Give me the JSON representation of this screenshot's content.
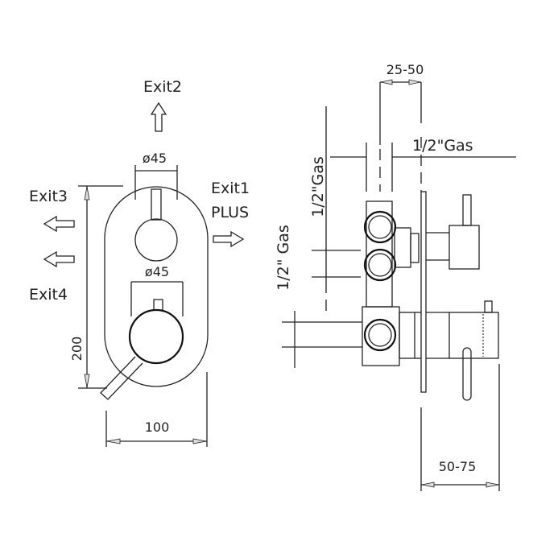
{
  "front_view": {
    "exits": {
      "exit1": "Exit1",
      "exit1_sub": "PLUS",
      "exit2": "Exit2",
      "exit3": "Exit3",
      "exit4": "Exit4"
    },
    "dims": {
      "upper_diameter": "ø45",
      "lower_diameter": "ø45",
      "height": "200",
      "width": "100"
    }
  },
  "side_view": {
    "dims": {
      "depth_top": "25-50",
      "inlet_top": "1/2\"Gas",
      "inlet_left_upper": "1/2\"Gas",
      "inlet_left_lower": "1/2\"  Gas",
      "projection": "50-75"
    }
  }
}
